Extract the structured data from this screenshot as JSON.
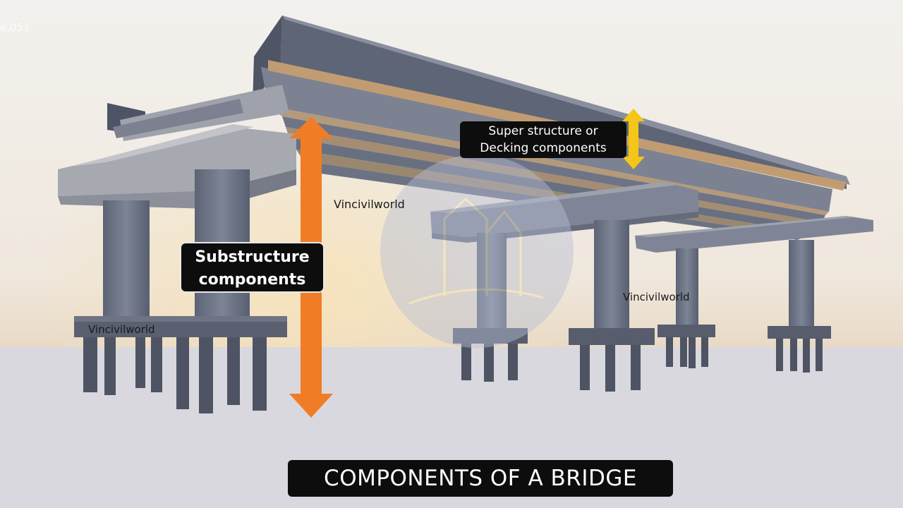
{
  "frame_tag": "e.051",
  "labels": {
    "substructure_line1": "Substructure",
    "substructure_line2": "components",
    "superstructure_line1": "Super structure or",
    "superstructure_line2": "Decking components",
    "title": "COMPONENTS OF A BRIDGE"
  },
  "watermarks": [
    "Vincivilworld",
    "Vincivilworld",
    "Vincivilworld"
  ],
  "colors": {
    "substructure_arrow": "#f07d26",
    "superstructure_arrow": "#f5c518",
    "concrete": "#6b7384",
    "ground": "#d9d9de",
    "sky": "#f1ece6"
  }
}
